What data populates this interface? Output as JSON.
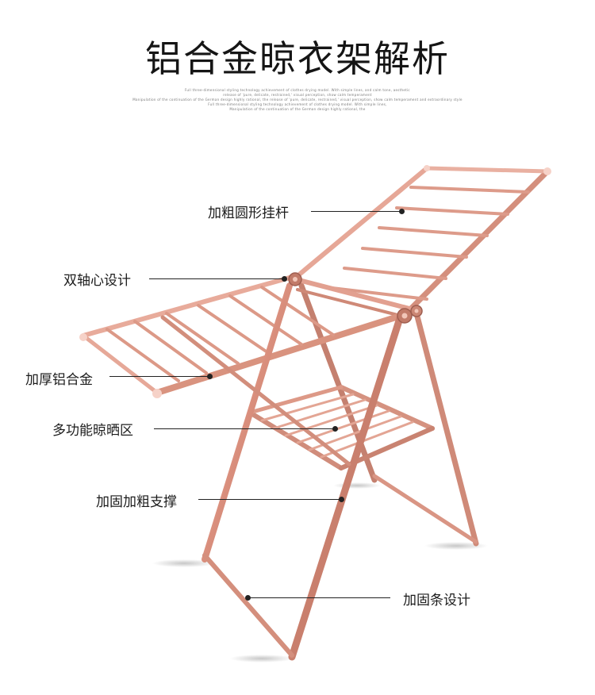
{
  "header": {
    "title": "铝合金晾衣架解析",
    "subtitle_lines": [
      "Full three-dimensional styling technology achievement of clothes drying model. With simple lines, and calm tone, aesthetic",
      "release of 'pure, delicate, restrained,' visual perception, show calm temperament",
      "Manipulation of the continuation of the German design highly rational, the release of 'pure, delicate, restrained,' visual perception, show calm temperament and extraordinary style",
      "Full three-dimensional styling technology achievement of clothes drying model. With simple lines,",
      "Manipulation of the continuation of the German design highly rational, the"
    ]
  },
  "product": {
    "colors": {
      "frame_light": "#efb4a4",
      "frame_mid": "#d98e7c",
      "frame_dark": "#b06b5c",
      "end_cap": "#f6d2c8",
      "leader": "#222222"
    }
  },
  "callouts": [
    {
      "id": "rods",
      "label": "加粗圆形挂杆"
    },
    {
      "id": "axis",
      "label": "双轴心设计"
    },
    {
      "id": "alloy",
      "label": "加厚铝合金"
    },
    {
      "id": "zone",
      "label": "多功能晾晒区"
    },
    {
      "id": "support",
      "label": "加固加粗支撑"
    },
    {
      "id": "bar",
      "label": "加固条设计"
    }
  ]
}
